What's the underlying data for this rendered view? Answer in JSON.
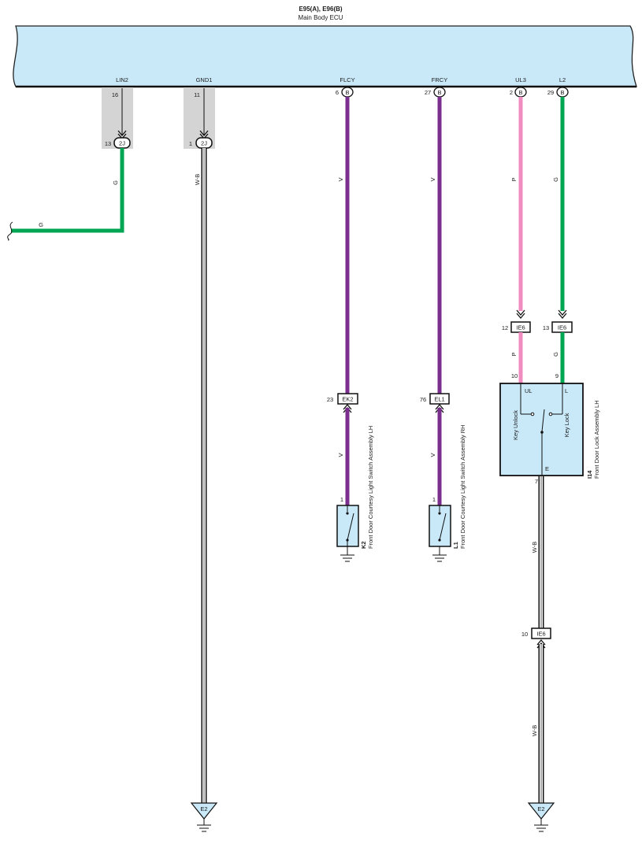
{
  "ecu": {
    "title": "E95(A), E96(B)",
    "subtitle": "Main Body ECU",
    "pins": {
      "lin2": {
        "name": "LIN2",
        "num": "16"
      },
      "gnd1": {
        "name": "GND1",
        "num": "11"
      },
      "flcy": {
        "name": "FLCY",
        "num": "6",
        "conn": "B"
      },
      "frcy": {
        "name": "FRCY",
        "num": "27",
        "conn": "B"
      },
      "ul3": {
        "name": "UL3",
        "num": "2",
        "conn": "B"
      },
      "l2": {
        "name": "L2",
        "num": "29",
        "conn": "B"
      }
    }
  },
  "connectors": {
    "j2a": {
      "label": "2J",
      "pin": "13"
    },
    "j2b": {
      "label": "2J",
      "pin": "1"
    },
    "ek2": {
      "label": "EK2",
      "pin": "23"
    },
    "el1": {
      "label": "EL1",
      "pin": "76"
    },
    "ie6a": {
      "label": "IE6",
      "pin": "12"
    },
    "ie6b": {
      "label": "IE6",
      "pin": "13"
    },
    "ie6c": {
      "label": "IE6",
      "pin": "10"
    }
  },
  "wires": {
    "g": "G",
    "wb": "W-B",
    "v": "V",
    "p": "P"
  },
  "components": {
    "k2": {
      "id": "K2",
      "name": "Front Door Courtesy Light Switch Assembly LH",
      "pin": "1"
    },
    "l1": {
      "id": "L1",
      "name": "Front Door Courtesy Light Switch Assembly RH",
      "pin": "1"
    },
    "i14": {
      "id": "I14",
      "name": "Front Door Lock Assembly LH",
      "pin_ul": "10",
      "pin_l": "9",
      "pin_e": "7",
      "ul": "UL",
      "l": "L",
      "e": "E",
      "key_unlock": "Key Unlock",
      "key_lock": "Key Lock"
    }
  },
  "grounds": {
    "left": "E2",
    "right": "E2"
  },
  "colors": {
    "ecu_fill": "#c9e9f9",
    "purple": "#7a2e8e",
    "green": "#00a651",
    "pink": "#f08cc0",
    "shade": "#d4d4d4"
  }
}
